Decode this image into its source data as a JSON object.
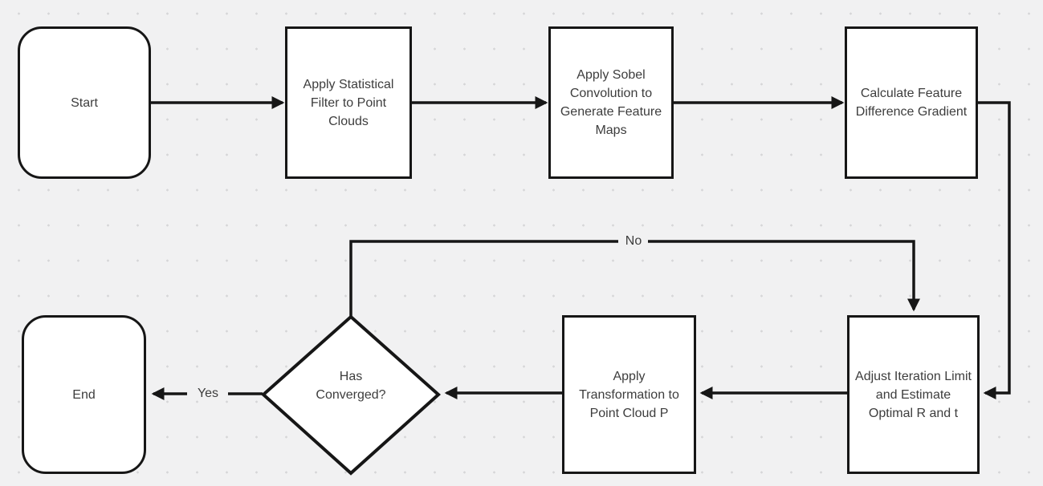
{
  "diagram": {
    "type": "flowchart",
    "background": {
      "color": "#f1f1f2",
      "dot_color": "#d6d6d8",
      "grid": "dotted"
    },
    "stroke_color": "#161616",
    "node_fill": "#ffffff",
    "text_color": "#3d3d3d",
    "nodes": {
      "start": {
        "label": "Start",
        "shape": "terminator"
      },
      "statistical_filter": {
        "label": "Apply Statistical Filter to Point Clouds",
        "shape": "process"
      },
      "sobel_convolution": {
        "label": "Apply Sobel Convolution to Generate Feature Maps",
        "shape": "process"
      },
      "feature_gradient": {
        "label": "Calculate Feature Difference Gradient",
        "shape": "process"
      },
      "adjust_iteration": {
        "label": "Adjust Iteration Limit and Estimate Optimal R and t",
        "shape": "process"
      },
      "apply_transformation": {
        "label": "Apply Transformation to Point Cloud P",
        "shape": "process"
      },
      "has_converged": {
        "label": "Has Converged?",
        "shape": "decision"
      },
      "end": {
        "label": "End",
        "shape": "terminator"
      }
    },
    "edges": [
      {
        "from": "start",
        "to": "statistical_filter",
        "label": ""
      },
      {
        "from": "statistical_filter",
        "to": "sobel_convolution",
        "label": ""
      },
      {
        "from": "sobel_convolution",
        "to": "feature_gradient",
        "label": ""
      },
      {
        "from": "feature_gradient",
        "to": "adjust_iteration",
        "label": ""
      },
      {
        "from": "adjust_iteration",
        "to": "apply_transformation",
        "label": ""
      },
      {
        "from": "apply_transformation",
        "to": "has_converged",
        "label": ""
      },
      {
        "from": "has_converged",
        "to": "end",
        "label": "Yes"
      },
      {
        "from": "has_converged",
        "to": "adjust_iteration",
        "label": "No"
      }
    ],
    "edge_labels": {
      "yes": "Yes",
      "no": "No"
    }
  }
}
